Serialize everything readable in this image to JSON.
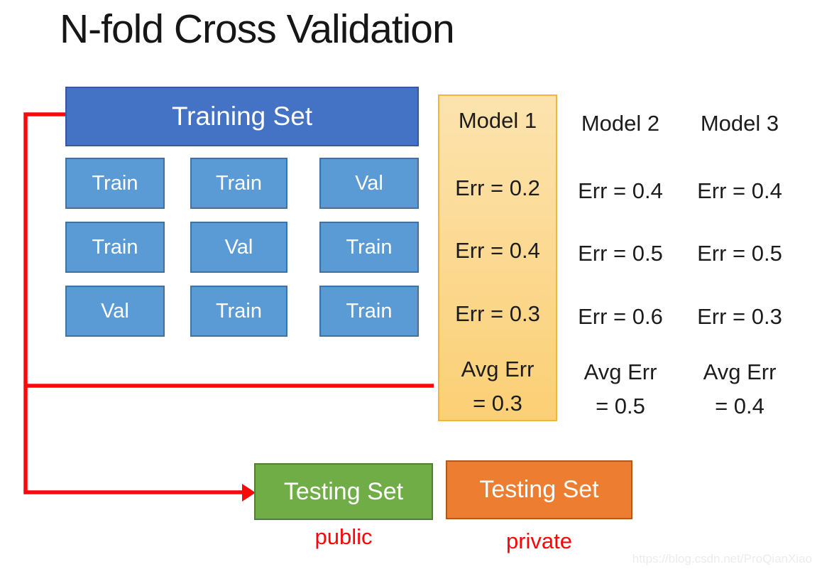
{
  "title": "N-fold Cross Validation",
  "training": {
    "header": "Training Set",
    "grid": [
      [
        "Train",
        "Train",
        "Val"
      ],
      [
        "Train",
        "Val",
        "Train"
      ],
      [
        "Val",
        "Train",
        "Train"
      ]
    ]
  },
  "models": [
    {
      "name": "Model 1",
      "errs": [
        "Err = 0.2",
        "Err = 0.4",
        "Err = 0.3"
      ],
      "avg1": "Avg Err",
      "avg2": "= 0.3",
      "highlighted": true
    },
    {
      "name": "Model 2",
      "errs": [
        "Err = 0.4",
        "Err = 0.5",
        "Err = 0.6"
      ],
      "avg1": "Avg Err",
      "avg2": "= 0.5",
      "highlighted": false
    },
    {
      "name": "Model 3",
      "errs": [
        "Err = 0.4",
        "Err = 0.5",
        "Err = 0.3"
      ],
      "avg1": "Avg Err",
      "avg2": "= 0.4",
      "highlighted": false
    }
  ],
  "testing": {
    "public_box_label": "Testing Set",
    "public_caption": "public",
    "private_box_label": "Testing Set",
    "private_caption": "private"
  },
  "watermark": "https://blog.csdn.net/ProQianXiao",
  "colors": {
    "header_blue": "#4472C4",
    "header_blue_border": "#35599F",
    "fold_blue": "#5B9BD5",
    "fold_blue_border": "#41719C",
    "highlight_top": "#FCE3AE",
    "highlight_bottom": "#FBCF75",
    "highlight_border": "#EFB73E",
    "test_green": "#70AD47",
    "test_green_border": "#507E32",
    "test_orange": "#ED7D31",
    "test_orange_border": "#AE5A21",
    "connector_red": "#F90A0A",
    "caption_red": "#FB0606",
    "text_black": "#1C1C1C",
    "watermark_gray": "#ECECEC"
  }
}
